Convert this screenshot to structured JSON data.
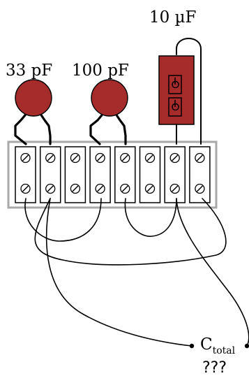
{
  "components": {
    "cap1": {
      "label": "33 pF"
    },
    "cap2": {
      "label": "100 pF"
    },
    "cap3": {
      "label": "10 µF"
    }
  },
  "output": {
    "label_main": "C",
    "label_sub": "total",
    "unknown": "???"
  },
  "colors": {
    "capacitor_body": "#a62b2b",
    "strip_border": "#a8a8a8",
    "wire": "#000000"
  },
  "terminal_strip": {
    "terminal_count": 8,
    "screws_per_terminal": 2
  },
  "icons": [
    "ceramic-capacitor-icon",
    "electrolytic-capacitor-icon",
    "screw-icon",
    "connection-dot-icon"
  ]
}
